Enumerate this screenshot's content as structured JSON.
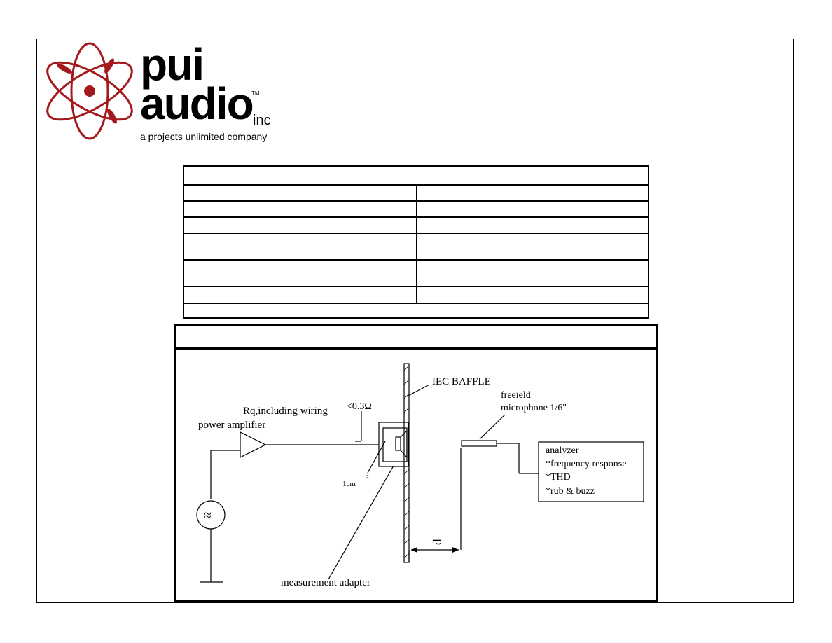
{
  "logo": {
    "word_pui": "pui",
    "word_audio": "audio",
    "trademark": "TM",
    "suffix": "inc",
    "tagline": "a projects unlimited company"
  },
  "spec_table": {
    "rows": [
      {
        "left": "",
        "right": ""
      },
      {
        "left": "",
        "right": ""
      },
      {
        "left": "",
        "right": ""
      },
      {
        "left": "",
        "right": ""
      },
      {
        "left": "",
        "right": ""
      },
      {
        "left": "",
        "right": ""
      },
      {
        "left": "",
        "right": ""
      }
    ]
  },
  "diagram": {
    "header": "",
    "labels": {
      "iec_baffle": "IEC BAFFLE",
      "freefield": "freeield",
      "microphone": "microphone 1/6\"",
      "rq_wiring": "Rq,including wiring",
      "resistance": "<0.3Ω",
      "power_amplifier": "power amplifier",
      "volume": "1cm",
      "volume_exp": "3",
      "analyzer": "analyzer",
      "frequency_response": "*frequency response",
      "thd": "*THD",
      "rub_buzz": "*rub & buzz",
      "distance": "d",
      "measurement_adapter": "measurement adapter",
      "source_symbol": "≈"
    }
  },
  "colors": {
    "logo_red": "#a3191c",
    "line": "#000000"
  }
}
